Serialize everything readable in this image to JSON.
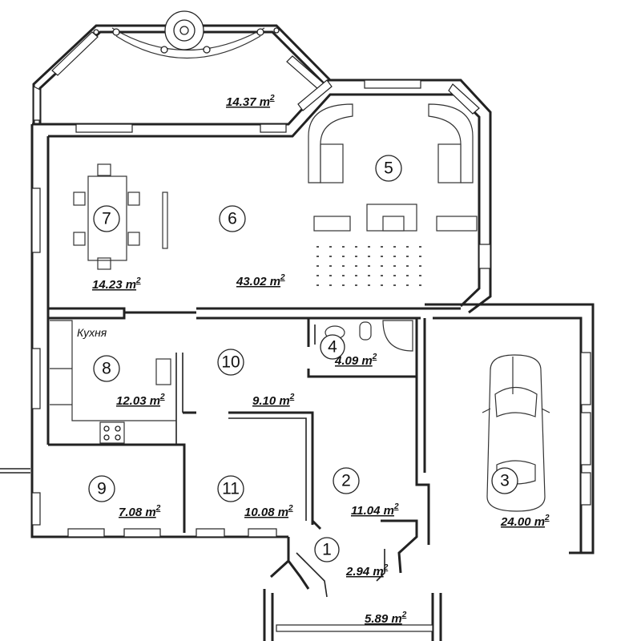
{
  "rooms": [
    {
      "id": "1",
      "number": "1",
      "area": "2.94 m",
      "sup": "2"
    },
    {
      "id": "2",
      "number": "2",
      "area": "11.04 m",
      "sup": "2"
    },
    {
      "id": "3",
      "number": "3",
      "area": "24.00 m",
      "sup": "2"
    },
    {
      "id": "4",
      "number": "4",
      "area": "4.09 m",
      "sup": "2"
    },
    {
      "id": "5",
      "number": "5",
      "area": "",
      "sup": ""
    },
    {
      "id": "6",
      "number": "6",
      "area": "43.02 m",
      "sup": "2"
    },
    {
      "id": "7",
      "number": "7",
      "area": "14.23 m",
      "sup": "2"
    },
    {
      "id": "8",
      "number": "8",
      "area": "12.03 m",
      "sup": "2"
    },
    {
      "id": "9",
      "number": "9",
      "area": "7.08 m",
      "sup": "2"
    },
    {
      "id": "10",
      "number": "10",
      "area": "9.10 m",
      "sup": "2"
    },
    {
      "id": "11",
      "number": "11",
      "area": "10.08 m",
      "sup": "2"
    }
  ],
  "extra_areas": {
    "terrace": {
      "area": "14.37 m",
      "sup": "2"
    },
    "porch": {
      "area": "5.89 m",
      "sup": "2"
    }
  },
  "labels": {
    "kitchen": "Кухня"
  }
}
